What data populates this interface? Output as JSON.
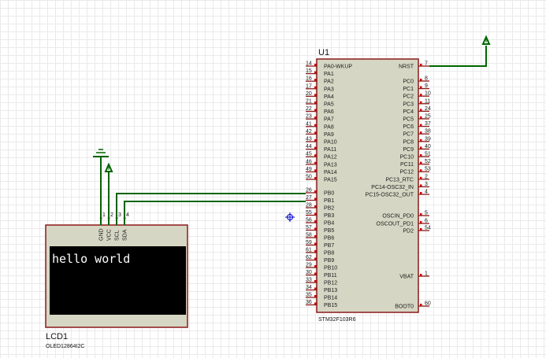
{
  "mcu": {
    "ref": "U1",
    "part": "STM32F103R6",
    "left_pins": [
      {
        "num": "14",
        "name": "PA0-WKUP"
      },
      {
        "num": "15",
        "name": "PA1"
      },
      {
        "num": "16",
        "name": "PA2"
      },
      {
        "num": "17",
        "name": "PA3"
      },
      {
        "num": "20",
        "name": "PA4"
      },
      {
        "num": "21",
        "name": "PA5"
      },
      {
        "num": "22",
        "name": "PA6"
      },
      {
        "num": "23",
        "name": "PA7"
      },
      {
        "num": "41",
        "name": "PA8"
      },
      {
        "num": "42",
        "name": "PA9"
      },
      {
        "num": "43",
        "name": "PA10"
      },
      {
        "num": "44",
        "name": "PA11"
      },
      {
        "num": "45",
        "name": "PA12"
      },
      {
        "num": "46",
        "name": "PA13"
      },
      {
        "num": "49",
        "name": "PA14"
      },
      {
        "num": "50",
        "name": "PA15"
      },
      {
        "num": "26",
        "name": "PB0"
      },
      {
        "num": "27",
        "name": "PB1"
      },
      {
        "num": "28",
        "name": "PB2"
      },
      {
        "num": "55",
        "name": "PB3"
      },
      {
        "num": "56",
        "name": "PB4"
      },
      {
        "num": "57",
        "name": "PB5"
      },
      {
        "num": "58",
        "name": "PB6"
      },
      {
        "num": "59",
        "name": "PB7"
      },
      {
        "num": "61",
        "name": "PB8"
      },
      {
        "num": "62",
        "name": "PB9"
      },
      {
        "num": "29",
        "name": "PB10"
      },
      {
        "num": "30",
        "name": "PB11"
      },
      {
        "num": "33",
        "name": "PB12"
      },
      {
        "num": "34",
        "name": "PB13"
      },
      {
        "num": "35",
        "name": "PB14"
      },
      {
        "num": "36",
        "name": "PB15"
      }
    ],
    "right_pins": [
      {
        "num": "7",
        "name": "NRST"
      },
      {
        "num": "8",
        "name": "PC0"
      },
      {
        "num": "9",
        "name": "PC1"
      },
      {
        "num": "10",
        "name": "PC2"
      },
      {
        "num": "11",
        "name": "PC3"
      },
      {
        "num": "24",
        "name": "PC4"
      },
      {
        "num": "25",
        "name": "PC5"
      },
      {
        "num": "37",
        "name": "PC6"
      },
      {
        "num": "38",
        "name": "PC7"
      },
      {
        "num": "39",
        "name": "PC8"
      },
      {
        "num": "40",
        "name": "PC9"
      },
      {
        "num": "51",
        "name": "PC10"
      },
      {
        "num": "52",
        "name": "PC11"
      },
      {
        "num": "53",
        "name": "PC12"
      },
      {
        "num": "2",
        "name": "PC13_RTC"
      },
      {
        "num": "3",
        "name": "PC14-OSC32_IN"
      },
      {
        "num": "4",
        "name": "PC15-OSC32_OUT"
      },
      {
        "num": "5",
        "name": "OSCIN_PD0"
      },
      {
        "num": "6",
        "name": "OSCOUT_PD1"
      },
      {
        "num": "54",
        "name": "PD2"
      },
      {
        "num": "1",
        "name": "VBAT"
      },
      {
        "num": "60",
        "name": "BOOT0"
      }
    ]
  },
  "lcd": {
    "ref": "LCD1",
    "part": "OLED12864I2C",
    "screen_text": "hello world",
    "pins": [
      {
        "num": "1",
        "name": "GND"
      },
      {
        "num": "2",
        "name": "VCC"
      },
      {
        "num": "3",
        "name": "SCL"
      },
      {
        "num": "4",
        "name": "SDA"
      }
    ]
  },
  "colors": {
    "body_fill": "#d6d6c4",
    "body_stroke": "#8b1a1a",
    "wire": "#006400",
    "pin_line": "#8b1a1a",
    "pin_marker": "#cc0000",
    "lcd_screen": "#000000",
    "cursor": "#0000cc"
  }
}
